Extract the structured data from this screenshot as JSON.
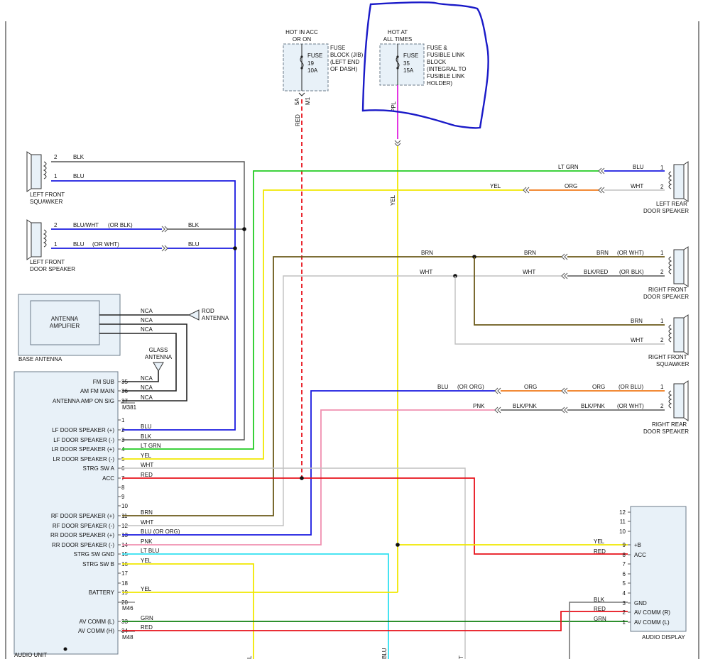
{
  "labels": {
    "hot_acc": [
      "HOT IN ACC",
      "OR ON"
    ],
    "hot_all": [
      "HOT AT",
      "ALL TIMES"
    ],
    "fuse19": [
      "FUSE",
      "19",
      "10A"
    ],
    "fuse35": [
      "FUSE",
      "35",
      "15A"
    ],
    "fuse_block_jb": [
      "FUSE",
      "BLOCK (J/B)",
      "(LEFT END",
      "OF DASH)"
    ],
    "fusible_block": [
      "FUSE &",
      "FUSIBLE LINK",
      "BLOCK",
      "(INTEGRAL TO",
      "FUSIBLE LINK",
      "HOLDER)"
    ],
    "pins_5a": "5A",
    "pins_m1": "M1",
    "left_front_squawker": [
      "LEFT FRONT",
      "SQUAWKER"
    ],
    "left_front_door_speaker": [
      "LEFT FRONT",
      "DOOR SPEAKER"
    ],
    "left_rear_door_speaker": [
      "LEFT REAR",
      "DOOR SPEAKER"
    ],
    "right_front_door_speaker": [
      "RIGHT FRONT",
      "DOOR SPEAKER"
    ],
    "right_front_squawker": [
      "RIGHT FRONT",
      "SQUAWKER"
    ],
    "right_rear_door_speaker": [
      "RIGHT REAR",
      "DOOR SPEAKER"
    ],
    "antenna_amplifier": [
      "ANTENNA",
      "AMPLIFIER"
    ],
    "base_antenna": "BASE ANTENNA",
    "rod_antenna": [
      "ROD",
      "ANTENNA"
    ],
    "glass_antenna": [
      "GLASS",
      "ANTENNA"
    ],
    "audio_unit": "AUDIO UNIT",
    "audio_display": "AUDIO DISPLAY",
    "connector_m381": "M381",
    "connector_m46": "M46",
    "connector_m48": "M48"
  },
  "wire_labels": {
    "red": "RED",
    "ppl": "PPL",
    "yel": "YEL",
    "blk": "BLK",
    "blu": "BLU",
    "blu_wht": "BLU/WHT",
    "or_blk": "(OR BLK)",
    "or_wht": "(OR WHT)",
    "lt_grn": "LT GRN",
    "org": "ORG",
    "wht": "WHT",
    "brn": "BRN",
    "blk_red": "BLK/RED",
    "nca": "NCA",
    "or_org": "(OR ORG)",
    "or_blu": "(OR BLU)",
    "pnk": "PNK",
    "blk_pnk": "BLK/PNK",
    "lt_blu": "LT BLU",
    "grn": "GRN",
    "bottom_l": "L",
    "bottom_blu": "BLU",
    "bottom_t": "T"
  },
  "audio_unit_pins": [
    {
      "pin": "35",
      "func": "FM SUB",
      "wire": "NCA"
    },
    {
      "pin": "36",
      "func": "AM FM MAIN",
      "wire": "NCA"
    },
    {
      "pin": "37",
      "func": "ANTENNA AMP ON SIG",
      "wire": "NCA"
    },
    {
      "pin": "1",
      "func": "",
      "wire": ""
    },
    {
      "pin": "2",
      "func": "LF DOOR SPEAKER (+)",
      "wire": "BLU"
    },
    {
      "pin": "3",
      "func": "LF DOOR SPEAKER (-)",
      "wire": "BLK"
    },
    {
      "pin": "4",
      "func": "LR DOOR SPEAKER (+)",
      "wire": "LT GRN"
    },
    {
      "pin": "5",
      "func": "LR DOOR SPEAKER (-)",
      "wire": "YEL"
    },
    {
      "pin": "6",
      "func": "STRG SW A",
      "wire": "WHT"
    },
    {
      "pin": "7",
      "func": "ACC",
      "wire": "RED"
    },
    {
      "pin": "8",
      "func": "",
      "wire": ""
    },
    {
      "pin": "9",
      "func": "",
      "wire": ""
    },
    {
      "pin": "10",
      "func": "",
      "wire": ""
    },
    {
      "pin": "11",
      "func": "RF DOOR SPEAKER (+)",
      "wire": "BRN"
    },
    {
      "pin": "12",
      "func": "RF DOOR SPEAKER (-)",
      "wire": "WHT"
    },
    {
      "pin": "13",
      "func": "RR DOOR SPEAKER (+)",
      "wire": "BLU   (OR ORG)"
    },
    {
      "pin": "14",
      "func": "RR DOOR SPEAKER (-)",
      "wire": "PNK"
    },
    {
      "pin": "15",
      "func": "STRG SW GND",
      "wire": "LT BLU"
    },
    {
      "pin": "16",
      "func": "STRG SW B",
      "wire": "YEL"
    },
    {
      "pin": "17",
      "func": "",
      "wire": ""
    },
    {
      "pin": "18",
      "func": "",
      "wire": ""
    },
    {
      "pin": "19",
      "func": "BATTERY",
      "wire": "YEL"
    },
    {
      "pin": "20",
      "func": "",
      "wire": ""
    },
    {
      "pin": "33",
      "func": "AV COMM (L)",
      "wire": "GRN"
    },
    {
      "pin": "34",
      "func": "AV COMM (H)",
      "wire": "RED"
    }
  ],
  "audio_display_pins": [
    {
      "pin": "12",
      "func": "",
      "wire": ""
    },
    {
      "pin": "11",
      "func": "",
      "wire": ""
    },
    {
      "pin": "10",
      "func": "",
      "wire": ""
    },
    {
      "pin": "9",
      "func": "+B",
      "wire": "YEL"
    },
    {
      "pin": "8",
      "func": "ACC",
      "wire": "RED"
    },
    {
      "pin": "7",
      "func": "",
      "wire": ""
    },
    {
      "pin": "6",
      "func": "",
      "wire": ""
    },
    {
      "pin": "5",
      "func": "",
      "wire": ""
    },
    {
      "pin": "4",
      "func": "",
      "wire": ""
    },
    {
      "pin": "3",
      "func": "GND",
      "wire": "BLK"
    },
    {
      "pin": "2",
      "func": "AV COMM (R)",
      "wire": "RED"
    },
    {
      "pin": "1",
      "func": "AV COMM (L)",
      "wire": "GRN"
    }
  ],
  "speaker_pins": {
    "one": "1",
    "two": "2"
  },
  "colors": {
    "red": "#e8101a",
    "yellow": "#f0e800",
    "green": "#22cc22",
    "blue": "#1a1ae0",
    "brown": "#6b5a1a",
    "orange": "#f07a1a",
    "pink": "#f090b0",
    "white_wire": "#c0c0c0",
    "black": "#222222",
    "purple": "#e020e0",
    "cyan": "#30e0f0",
    "dark_green": "#108010",
    "gray": "#777777",
    "annotation": "#1a1ac8"
  }
}
